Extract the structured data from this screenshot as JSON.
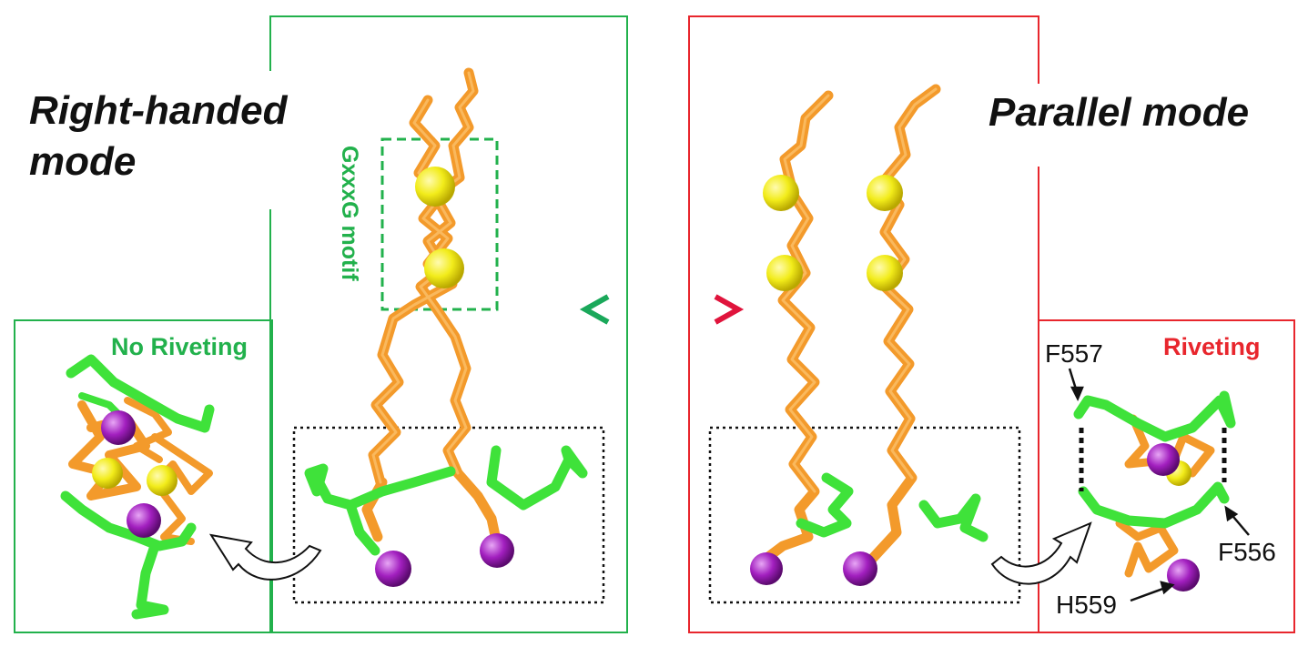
{
  "left_panel": {
    "title_line1": "Right-handed",
    "title_line2": "mode",
    "motif_label": "GxxxG motif",
    "inset_title": "No Riveting",
    "frame_color": "#22b14c"
  },
  "right_panel": {
    "title": "Parallel mode",
    "inset_title": "Riveting",
    "frame_color": "#e8262d",
    "residue_labels": [
      "F557",
      "F556",
      "H559"
    ]
  },
  "colors": {
    "backbone": "#f39a2b",
    "green_sidechain": "#3fe23a",
    "glycine_sphere": "#f2ec1a",
    "histidine_sphere": "#a21fbf",
    "arrow_left": "#1aa85a",
    "arrow_right": "#e0143c"
  },
  "icons": [
    "double-arrow-icon",
    "curved-arrow-icon"
  ]
}
